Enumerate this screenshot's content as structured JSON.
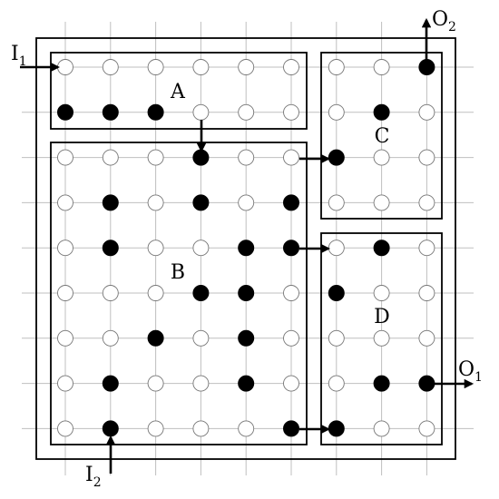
{
  "regions": [
    {
      "name": "A",
      "label": "A"
    },
    {
      "name": "B",
      "label": "B"
    },
    {
      "name": "C",
      "label": "C"
    },
    {
      "name": "D",
      "label": "D"
    }
  ],
  "ports": {
    "I1": {
      "main": "I",
      "sub": "1"
    },
    "I2": {
      "main": "I",
      "sub": "2"
    },
    "O1": {
      "main": "O",
      "sub": "1"
    },
    "O2": {
      "main": "O",
      "sub": "2"
    }
  },
  "grid": {
    "columns": 9,
    "rows": 9
  },
  "filled_nodes": [
    [
      8,
      0
    ],
    [
      0,
      1
    ],
    [
      1,
      1
    ],
    [
      2,
      1
    ],
    [
      7,
      1
    ],
    [
      3,
      2
    ],
    [
      6,
      2
    ],
    [
      1,
      3
    ],
    [
      3,
      3
    ],
    [
      5,
      3
    ],
    [
      1,
      4
    ],
    [
      4,
      4
    ],
    [
      5,
      4
    ],
    [
      7,
      4
    ],
    [
      3,
      5
    ],
    [
      4,
      5
    ],
    [
      6,
      5
    ],
    [
      2,
      6
    ],
    [
      4,
      6
    ],
    [
      1,
      7
    ],
    [
      4,
      7
    ],
    [
      7,
      7
    ],
    [
      8,
      7
    ],
    [
      1,
      8
    ],
    [
      5,
      8
    ],
    [
      6,
      8
    ]
  ],
  "colors": {
    "node_filled": "#000000",
    "node_empty": "#ffffff",
    "grid": "#bfbfbf"
  }
}
